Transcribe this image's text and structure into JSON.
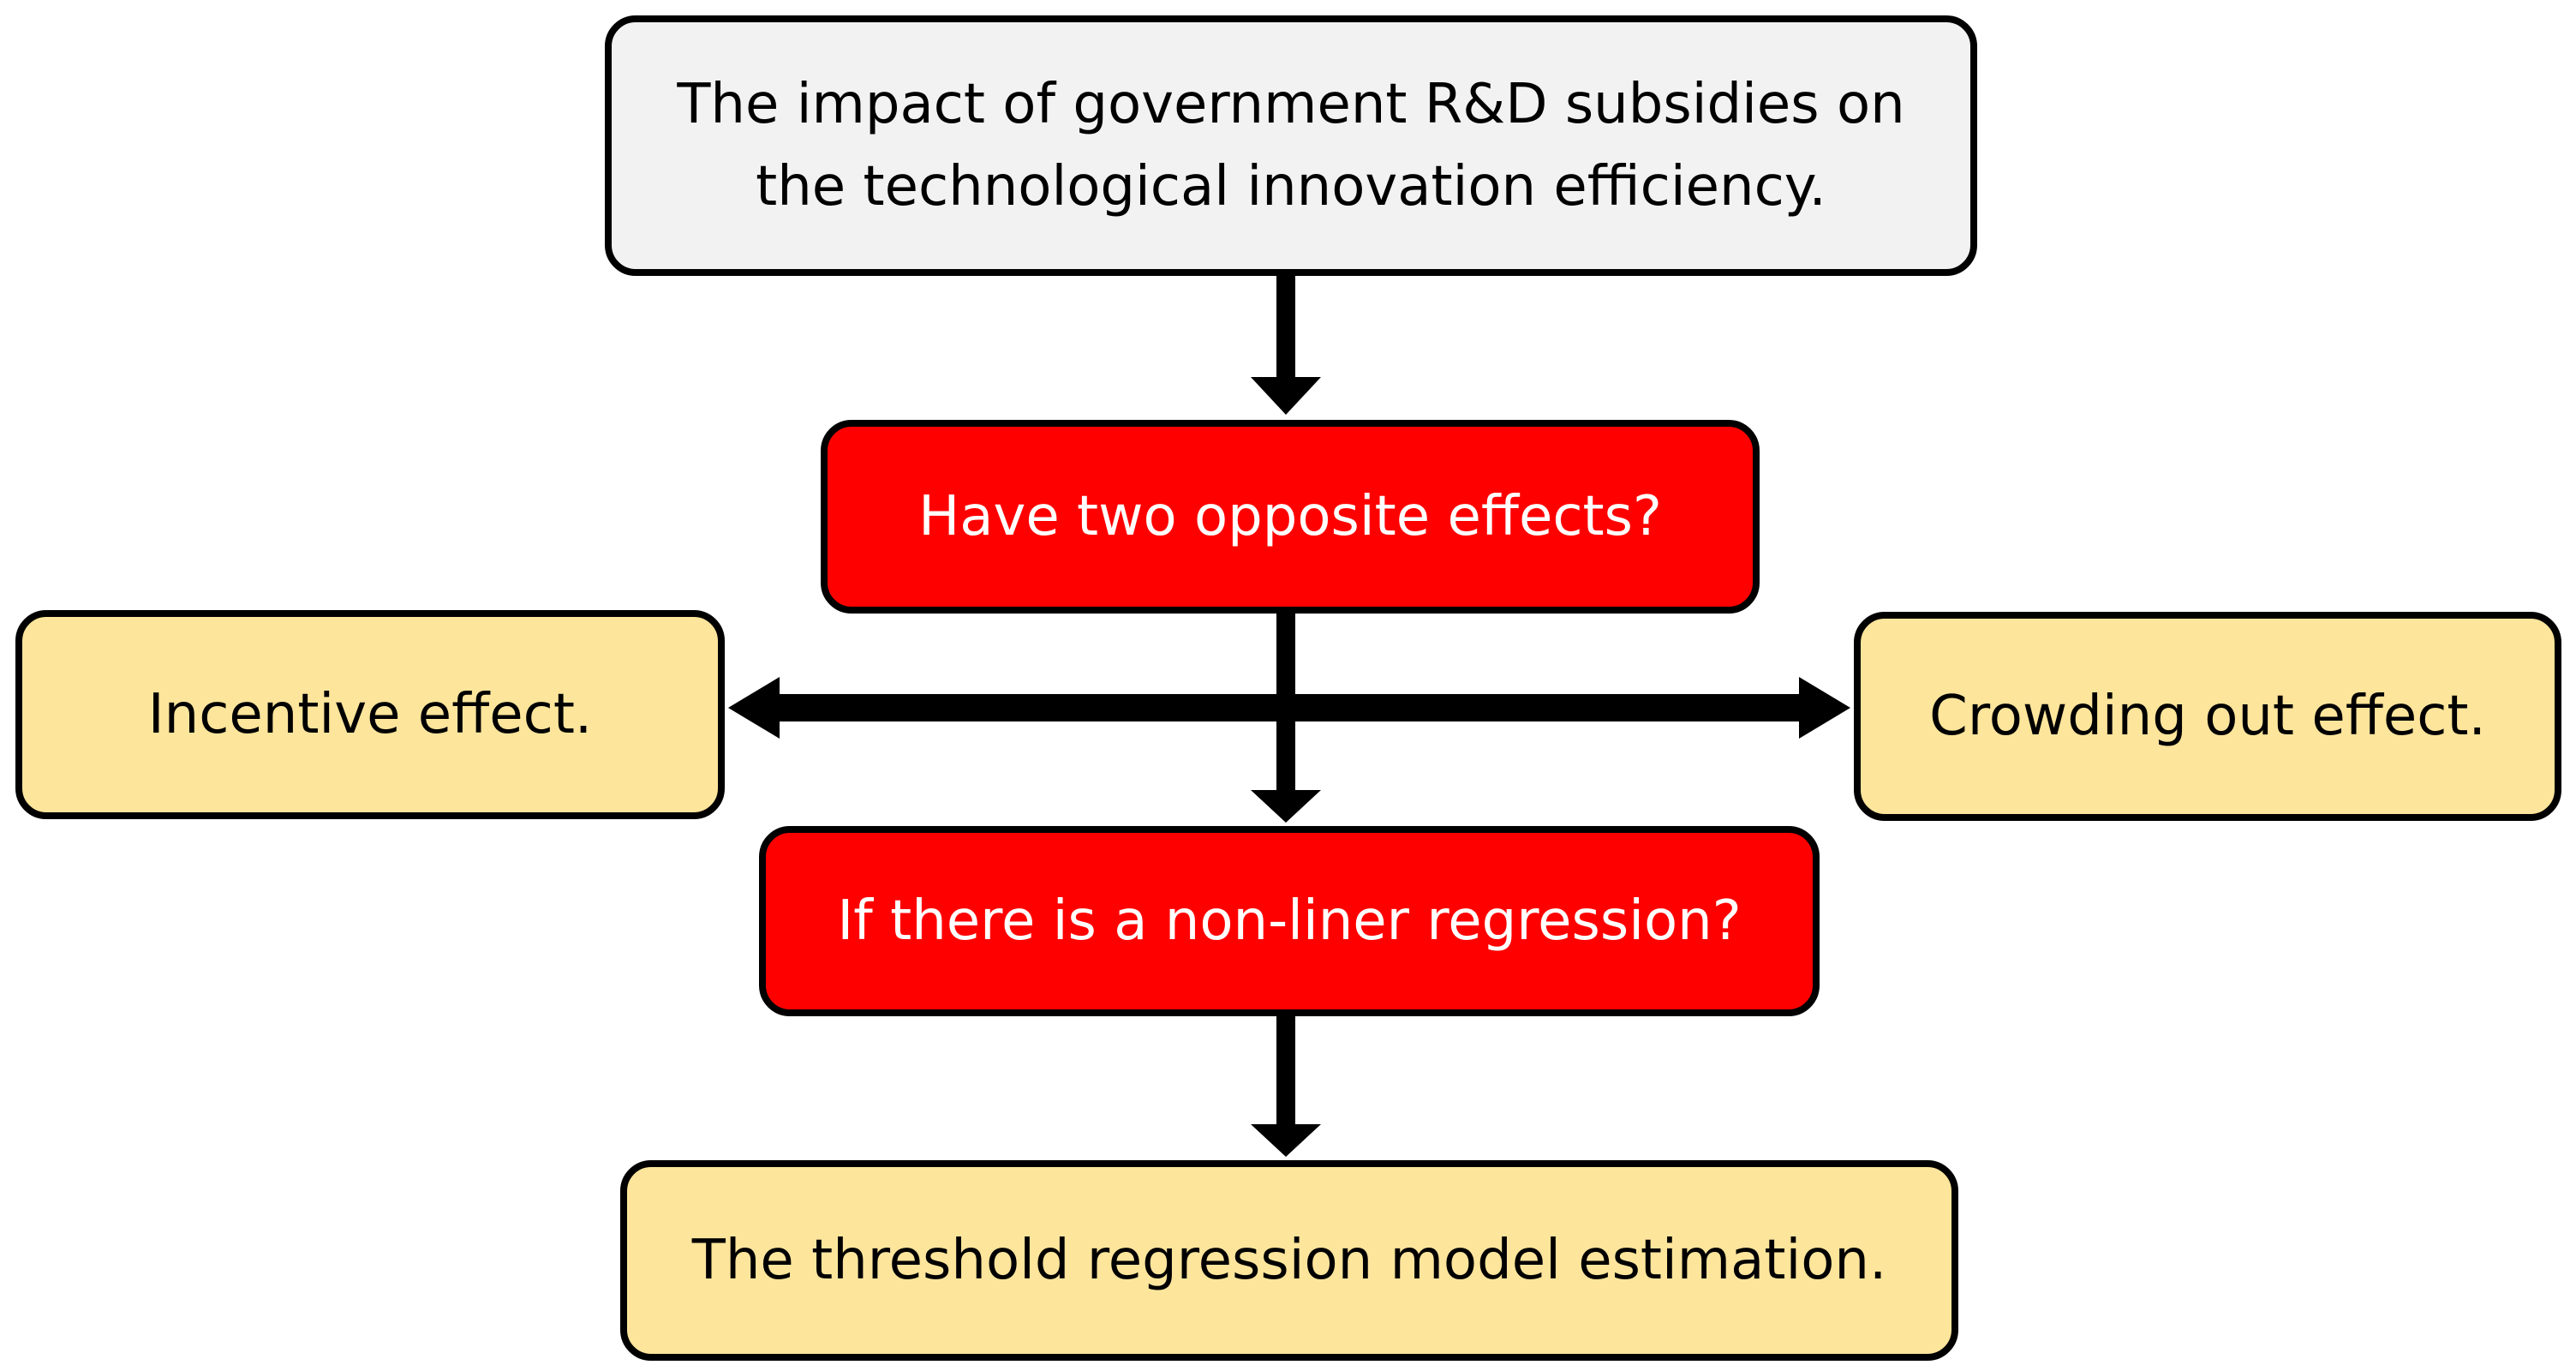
{
  "nodes": {
    "top": "The impact of government R&D subsidies on the technological innovation efficiency.",
    "question1": "Have two opposite effects?",
    "left": "Incentive effect.",
    "right": "Crowding out effect.",
    "question2": "If there is a non-liner regression?",
    "bottom": "The threshold regression model estimation."
  },
  "colors": {
    "top_fill": "#f2f2f2",
    "question_fill": "#ff0000",
    "effect_fill": "#fde59c",
    "border": "#000000",
    "arrow": "#000000"
  }
}
